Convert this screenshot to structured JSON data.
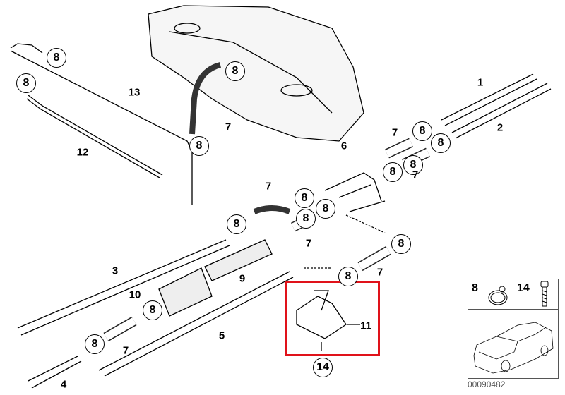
{
  "callouts": [
    "8",
    "8",
    "8",
    "8",
    "8",
    "8",
    "8",
    "8",
    "8",
    "8",
    "8",
    "8",
    "8",
    "8",
    "8",
    "8",
    "14"
  ],
  "labels": [
    "1",
    "2",
    "13",
    "12",
    "7",
    "7",
    "7",
    "6",
    "7",
    "7",
    "3",
    "9",
    "10",
    "7",
    "5",
    "11",
    "4",
    "7"
  ],
  "inset": {
    "clamp_label": "8",
    "bolt_label": "14"
  },
  "diagram_code": "00090482",
  "highlight_color": "#e0121a"
}
